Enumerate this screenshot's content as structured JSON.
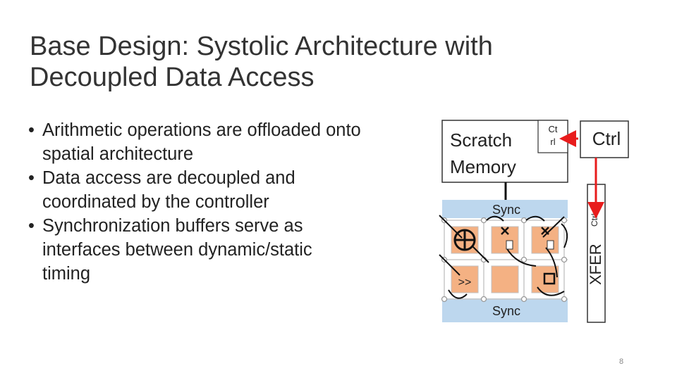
{
  "slide": {
    "title_line1": "Base Design: Systolic Architecture with",
    "title_line2": "Decoupled Data Access",
    "bullet_glyph": "•",
    "bullets": [
      {
        "line1": "Arithmetic operations are offloaded onto",
        "line2": "spatial architecture"
      },
      {
        "line1": "Data access are decoupled and",
        "line2": "coordinated by the controller"
      },
      {
        "line1": "Synchronization buffers serve as",
        "line2": "interfaces between dynamic/static",
        "line3": "timing"
      }
    ],
    "page_number": "8"
  },
  "diagram": {
    "scratch_memory_line1": "Scratch",
    "scratch_memory_line2": "Memory",
    "small_ctrl_line1": "Ct",
    "small_ctrl_line2": "rl",
    "ctrl_label": "Ctrl",
    "xfer_label": "XFER",
    "xfer_ctrl_label": "Ctrl",
    "sync_top_label": "Sync",
    "sync_bottom_label": "Sync",
    "shift_op_label": ">>",
    "colors": {
      "sync_buffer": "#bdd7ee",
      "pe_fill": "#f4b183",
      "arrow_red": "#e81c1c",
      "grid_gray": "#d0d0d0"
    }
  }
}
